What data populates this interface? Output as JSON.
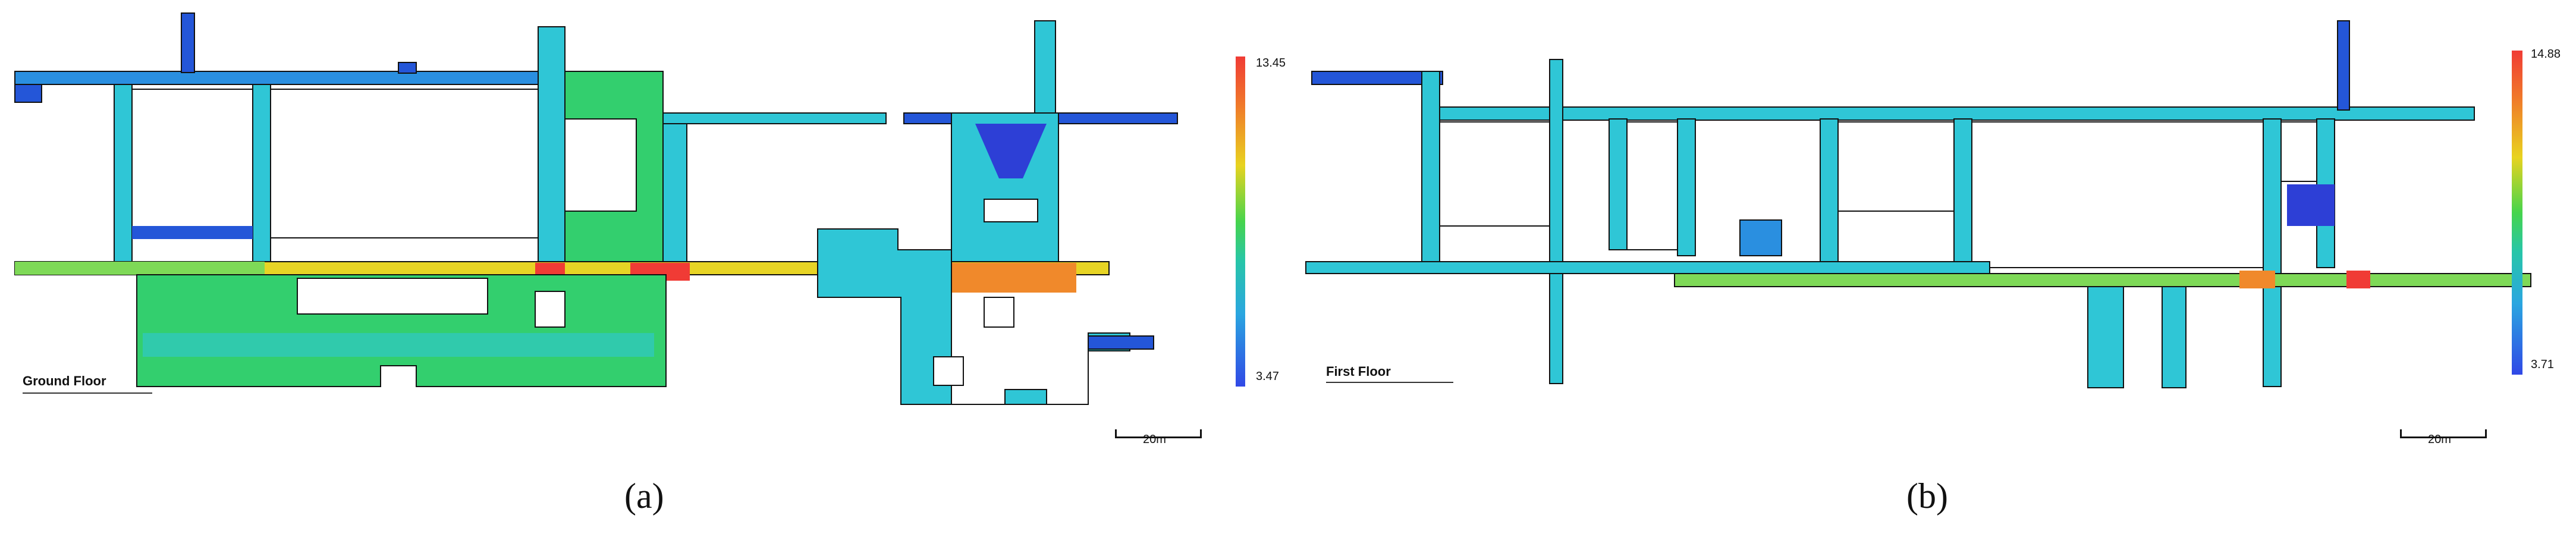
{
  "panels": [
    {
      "id": "a",
      "floor_label": "Ground Floor",
      "legend": {
        "max": "13.45",
        "min": "3.47"
      },
      "scale": "20m",
      "caption": "(a)"
    },
    {
      "id": "b",
      "floor_label": "First Floor",
      "legend": {
        "max": "14.88",
        "min": "3.71"
      },
      "scale": "20m",
      "caption": "(b)"
    }
  ],
  "colors": {
    "wall": "#111111",
    "cyan": "#2fc6d6",
    "green": "#33cf6e",
    "blue": "#2456d8",
    "yellow": "#e7d425",
    "orange": "#f0892b",
    "red": "#f03b35",
    "lightgreen": "#7ed957"
  }
}
